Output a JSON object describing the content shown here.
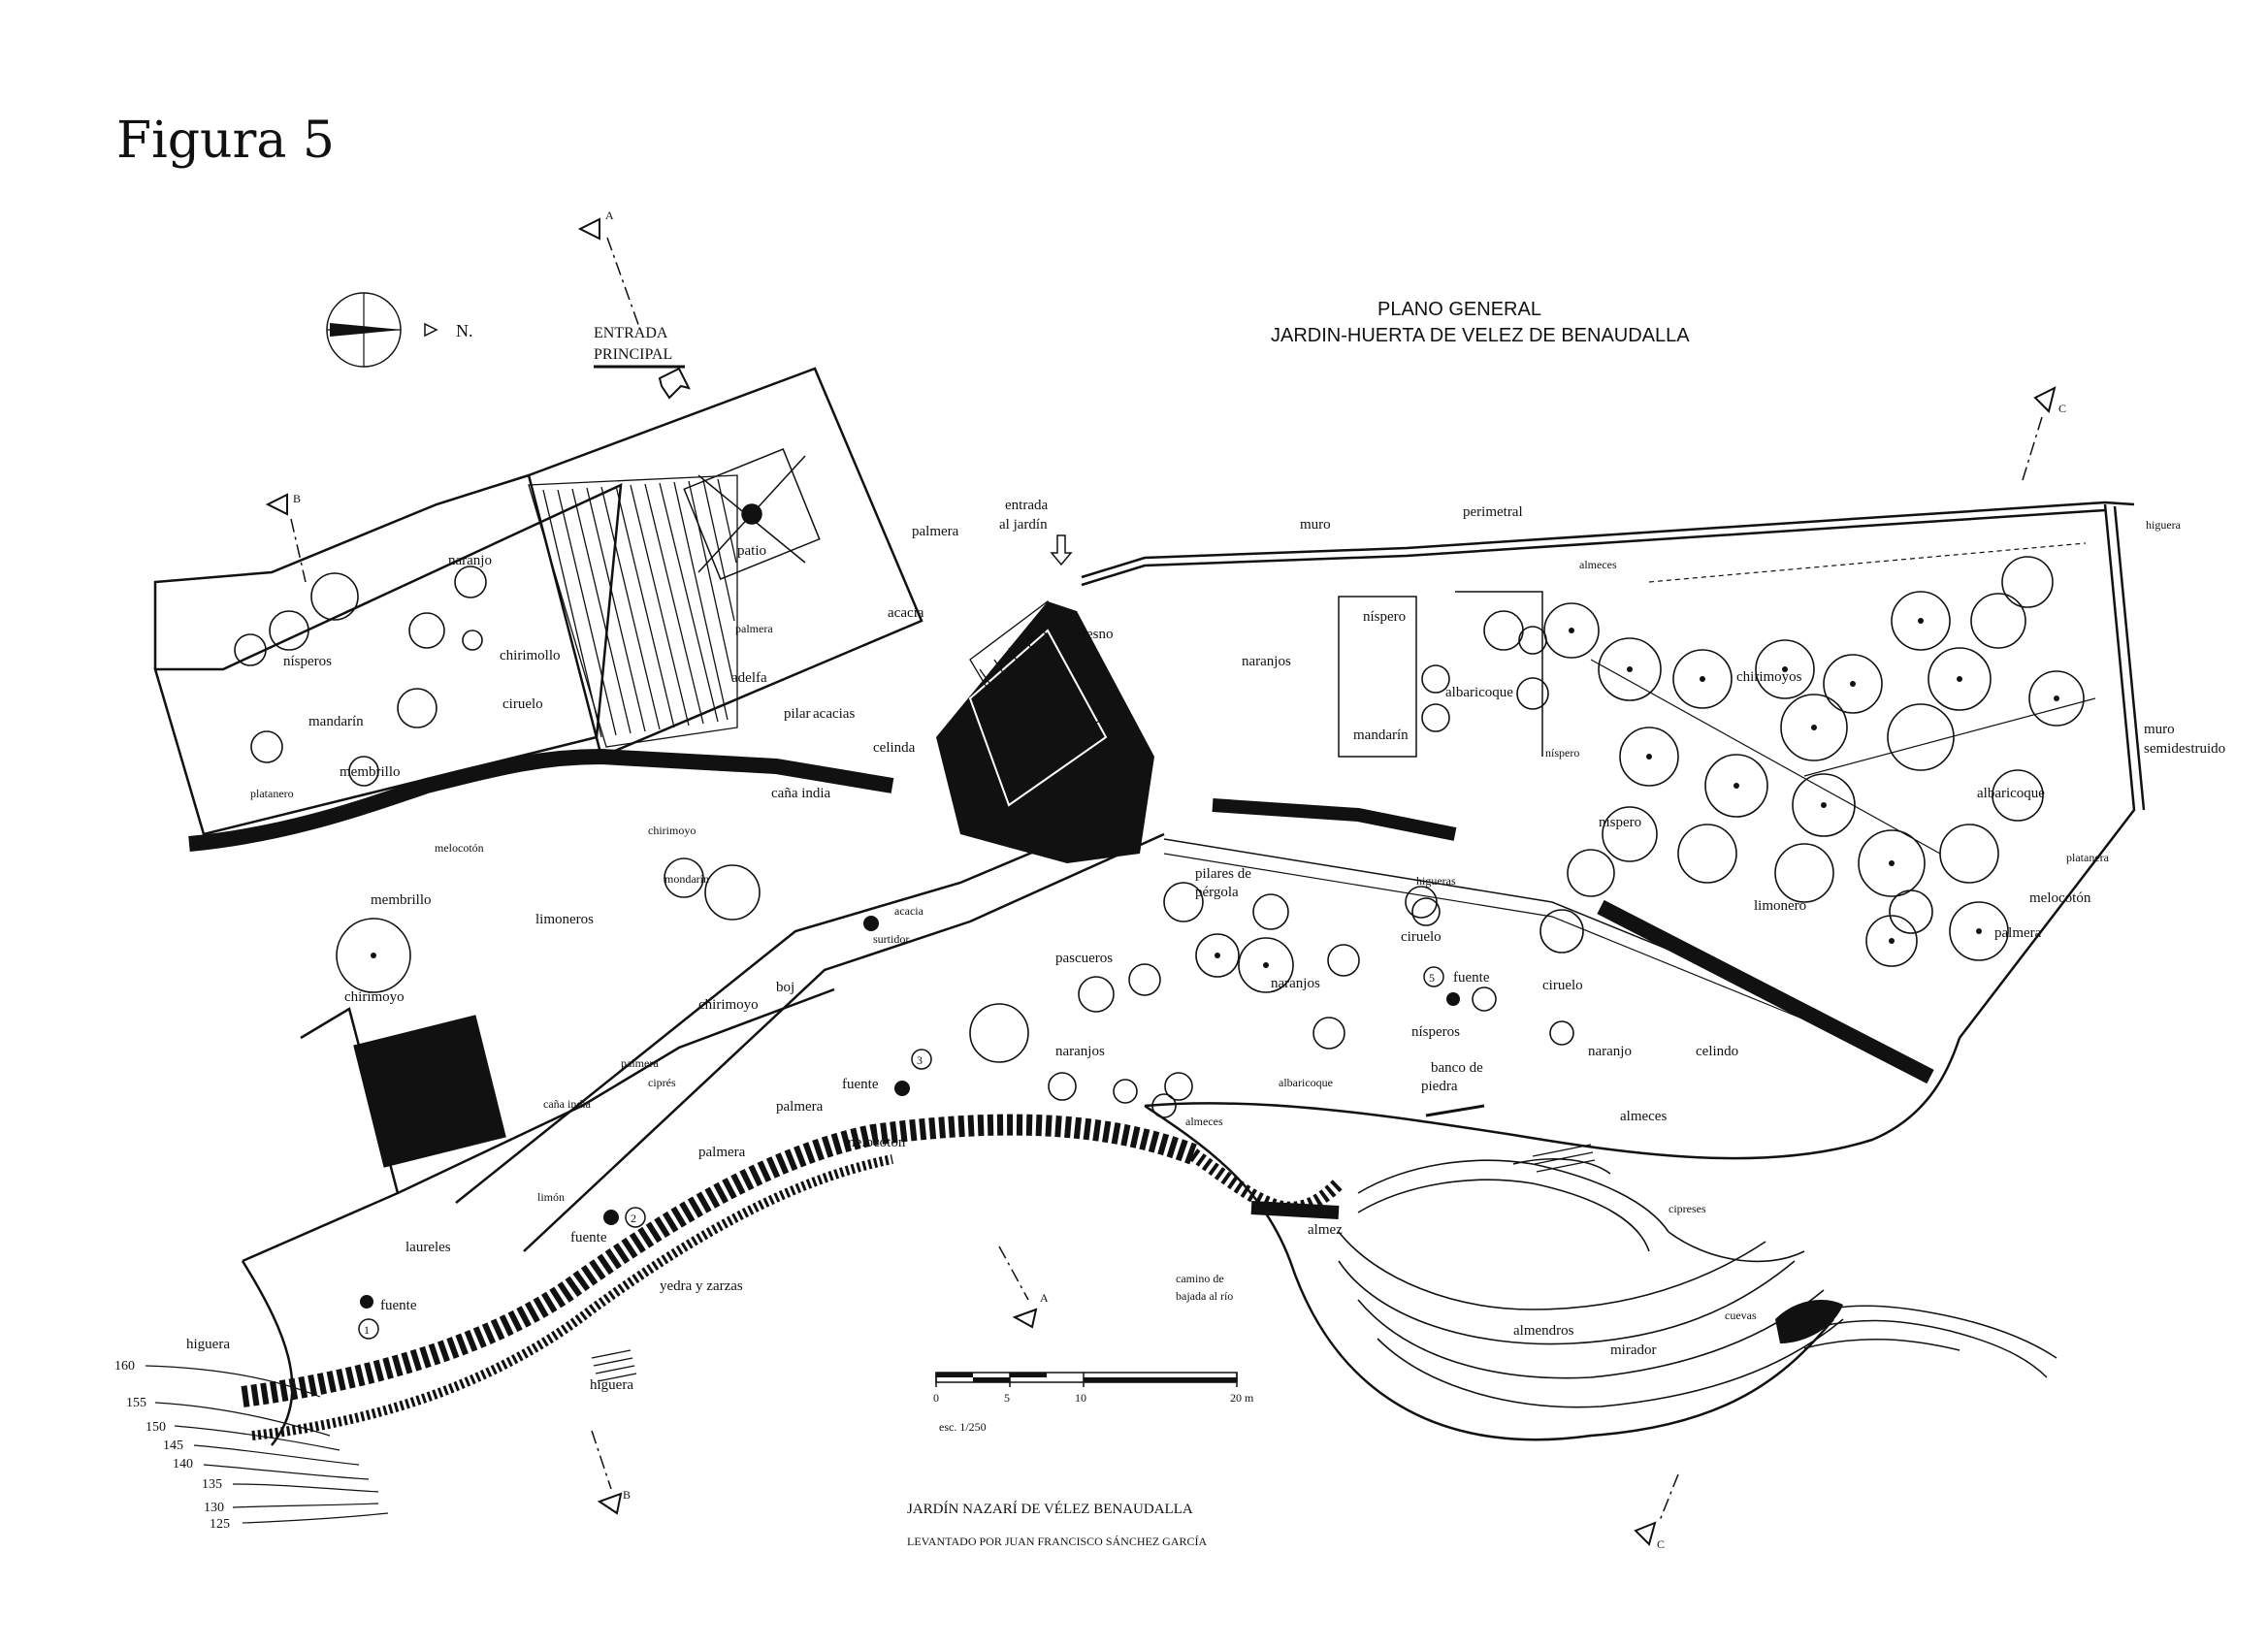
{
  "figure_title": "Figura 5",
  "plan_title": {
    "line1": "PLANO GENERAL",
    "line2": "JARDIN-HUERTA DE VELEZ DE BENAUDALLA"
  },
  "footer": {
    "line1": "JARDÍN NAZARÍ DE VÉLEZ  BENAUDALLA",
    "line2": "LEVANTADO POR JUAN FRANCISCO  SÁNCHEZ GARCÍA"
  },
  "north_label": "N.",
  "entrance": {
    "line1": "ENTRADA",
    "line2": "PRINCIPAL"
  },
  "garden_entrance": {
    "line1": "entrada",
    "line2": "al jardín"
  },
  "section_markers": {
    "a_top": "A",
    "a_bottom": "A",
    "b_top": "B",
    "b_bottom": "B",
    "c_top": "C",
    "c_bottom": "C"
  },
  "scale": {
    "ticks": [
      "0",
      "5",
      "10",
      "20 m"
    ],
    "ratio": "esc. 1/250"
  },
  "contours": [
    "160",
    "155",
    "150",
    "145",
    "140",
    "135",
    "130",
    "125"
  ],
  "fountain_numbers": [
    "1",
    "2",
    "3",
    "5"
  ],
  "labels": {
    "naranjo_w": "naranjo",
    "nisperos_w": "nísperos",
    "chirimollo": "chirimollo",
    "mandarin_w": "mandarín",
    "ciruelo_w": "ciruelo",
    "membrillo_w1": "membrillo",
    "platanero_w": "platanero",
    "melocoton_w": "melocotón",
    "membrillo_w2": "membrillo",
    "limoneros": "limoneros",
    "chirimoyo_w": "chirimoyo",
    "patio": "patio",
    "palmera_patio": "palmera",
    "palmera_top": "palmera",
    "acacia_top": "acacia",
    "adelfa": "adelfa",
    "pilar": "pilar",
    "acacias": "acacias",
    "celinda_c": "celinda",
    "chirimoyo_c1": "chirimoyo",
    "cana_india_1": "caña india",
    "mondarin": "mondarín",
    "acacia_c": "acacia",
    "surtidor": "surtidor",
    "boj": "boj",
    "chirimoyo_c2": "chirimoyo",
    "palmera_c1": "palmera",
    "cipres_c": "ciprés",
    "cana_india_2": "caña india",
    "fuente_3": "fuente",
    "palmera_c2": "palmera",
    "palmera_c3": "palmera",
    "melocoton_c": "melocotón",
    "limon": "limón",
    "fuente_2": "fuente",
    "laureles": "laureles",
    "fuente_1": "fuente",
    "higuera_w": "higuera",
    "yedra": "yedra y zarzas",
    "higuera_sw": "higuera",
    "fresno": "fresno",
    "naranjos_1": "naranjos",
    "pilares_1": "pilares de",
    "pilares_2": "pérgola",
    "pascueros": "pascueros",
    "naranjos_2": "naranjos",
    "naranjos_3": "naranjos",
    "higueras": "higueras",
    "ciruelo_e": "ciruelo",
    "fuente_5": "fuente",
    "nisperos_e": "nísperos",
    "ciruelo_e2": "ciruelo",
    "naranjo_e": "naranjo",
    "celindo": "celindo",
    "albaricoque_c": "albaricoque",
    "banco_1": "banco de",
    "banco_2": "piedra",
    "almeces_c": "almeces",
    "almeces_e": "almeces",
    "almez": "almez",
    "camino_1": "camino de",
    "camino_2": "bajada al río",
    "almendros": "almendros",
    "mirador": "mirador",
    "cuevas": "cuevas",
    "cipreses": "cipreses",
    "muro": "muro",
    "perimetral": "perimetral",
    "almeces_top": "almeces",
    "nispero_ne": "níspero",
    "mandarin_e": "mandarín",
    "albaricoque_e": "albaricoque",
    "nispero_e2": "níspero",
    "chirimoyos": "chirimoyos",
    "nispero_e3": "níspero",
    "albaricoque_e2": "albaricoque",
    "limonero": "limonero",
    "muro_semi_1": "muro",
    "muro_semi_2": "semidestruido",
    "platanera_e": "platanera",
    "melocoton_e": "melocotón",
    "palmera_e": "palmera",
    "higuera_ne": "higuera"
  }
}
